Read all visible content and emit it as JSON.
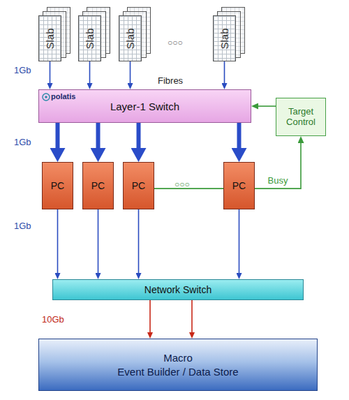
{
  "diagram": {
    "nodes": [
      {
        "text": [
          "Slab"
        ]
      },
      {
        "text": [
          "Slab"
        ]
      },
      {
        "text": [
          "Slab"
        ]
      },
      {
        "text": [
          "Slab"
        ]
      },
      {
        "text": [
          "polatis",
          "Layer-1 Switch"
        ]
      },
      {
        "text": [
          "Target Control"
        ]
      },
      {
        "text": [
          "PC"
        ]
      },
      {
        "text": [
          "PC"
        ]
      },
      {
        "text": [
          "PC"
        ]
      },
      {
        "text": [
          "PC"
        ]
      },
      {
        "text": [
          "Network Switch"
        ]
      },
      {
        "text": [
          "Macro",
          "Event Builder / Data Store"
        ]
      }
    ],
    "edges": [
      {
        "from": 0,
        "to": 4,
        "arrow": "to"
      },
      {
        "from": 1,
        "to": 4,
        "arrow": "to"
      },
      {
        "from": 2,
        "to": 4,
        "arrow": "to"
      },
      {
        "from": 3,
        "to": 4,
        "arrow": "to"
      },
      {
        "from": 5,
        "to": 4,
        "arrow": "to"
      },
      {
        "from": 4,
        "to": 6,
        "arrow": "to"
      },
      {
        "from": 4,
        "to": 7,
        "arrow": "to"
      },
      {
        "from": 4,
        "to": 8,
        "arrow": "to"
      },
      {
        "from": 4,
        "to": 9,
        "arrow": "to"
      },
      {
        "from": 8,
        "to": 9,
        "arrow": "none"
      },
      {
        "from": 9,
        "to": 5,
        "arrow": "to",
        "label": "Busy"
      },
      {
        "from": 6,
        "to": 10,
        "arrow": "to"
      },
      {
        "from": 7,
        "to": 10,
        "arrow": "to"
      },
      {
        "from": 8,
        "to": 10,
        "arrow": "to"
      },
      {
        "from": 9,
        "to": 10,
        "arrow": "to"
      },
      {
        "from": 10,
        "to": 11,
        "arrow": "to"
      },
      {
        "from": 10,
        "to": 11,
        "arrow": "to"
      }
    ],
    "labels": [
      "○○○",
      "1Gb",
      "Fibres",
      "1Gb",
      "○○○",
      "1Gb",
      "10Gb"
    ]
  }
}
